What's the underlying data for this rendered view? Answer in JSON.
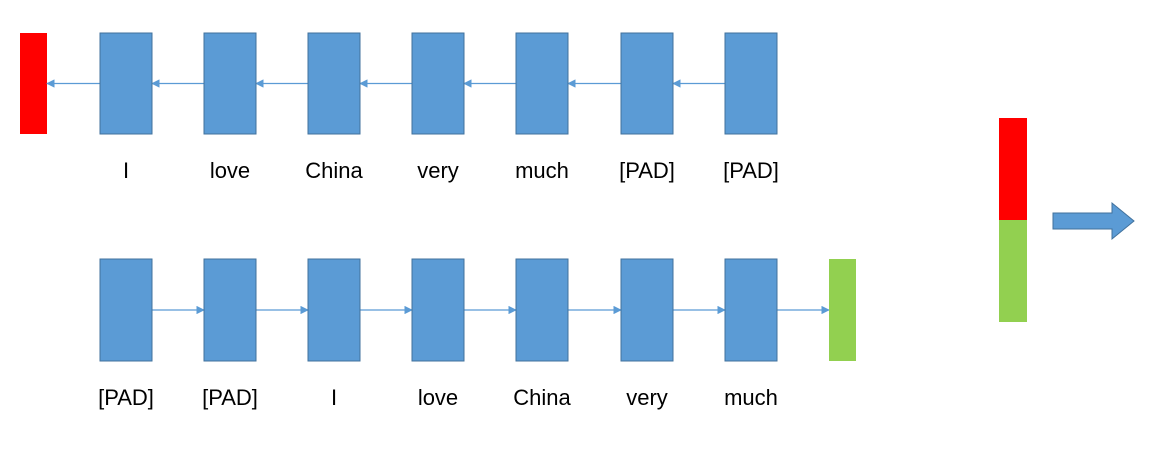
{
  "backward_row": {
    "tokens": [
      "I",
      "love",
      "China",
      "very",
      "much",
      "[PAD]",
      "[PAD]"
    ]
  },
  "forward_row": {
    "tokens": [
      "[PAD]",
      "[PAD]",
      "I",
      "love",
      "China",
      "very",
      "much"
    ]
  },
  "colors": {
    "cell": "#5b9bd5",
    "cell_border": "#41719c",
    "backward_state": "#ff0000",
    "forward_state": "#92d050",
    "connector": "#5b9bd5",
    "label": "#000000"
  },
  "icons": {
    "output_arrow": "block-arrow-right-icon"
  }
}
